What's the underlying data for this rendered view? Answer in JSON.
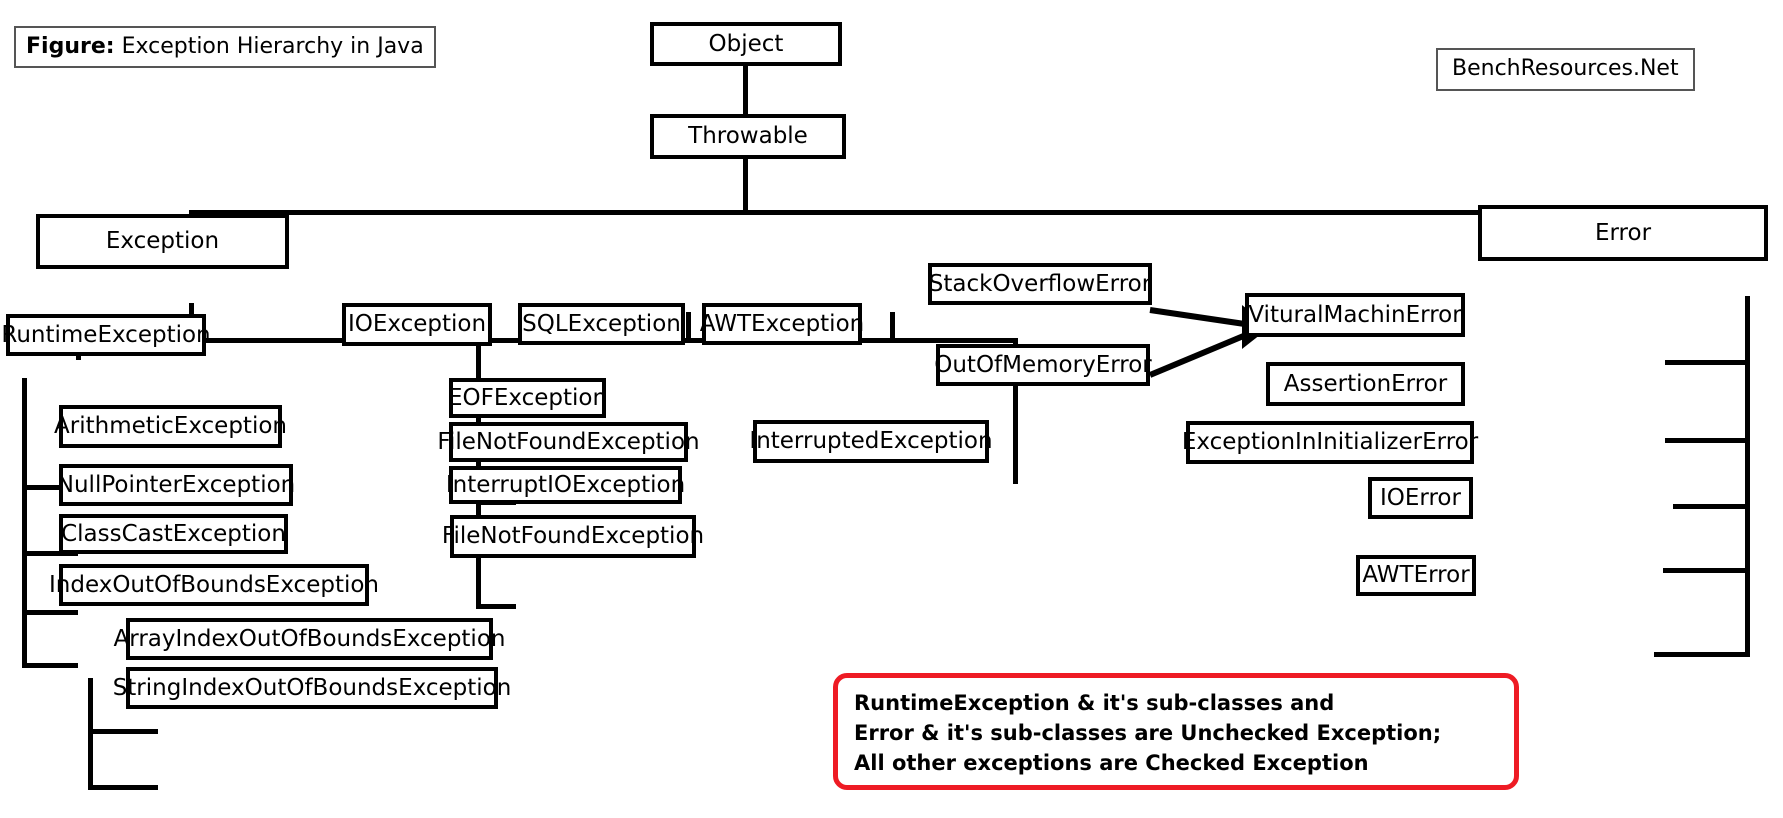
{
  "figure": {
    "lead": "Figure:",
    "caption": "Exception Hierarchy in Java"
  },
  "watermark": {
    "label": "BenchResources.Net"
  },
  "note": {
    "lines": [
      "RuntimeException & it's sub-classes and",
      "Error & it's sub-classes are Unchecked Exception;",
      "All other exceptions are Checked Exception"
    ],
    "border_color": "#ee1b24"
  },
  "colors": {
    "box_border": "#000000",
    "box_fill": "#ffffff",
    "text": "#000000",
    "note_accent": "#ee1b24"
  },
  "chart_data": {
    "type": "diagram",
    "title": "Exception Hierarchy in Java",
    "nodes": [
      {
        "id": "object",
        "label": "Object"
      },
      {
        "id": "throwable",
        "label": "Throwable"
      },
      {
        "id": "exception",
        "label": "Exception"
      },
      {
        "id": "error",
        "label": "Error"
      },
      {
        "id": "runtimeexception",
        "label": "RuntimeException"
      },
      {
        "id": "ioexception",
        "label": "IOException"
      },
      {
        "id": "sqlexception",
        "label": "SQLException"
      },
      {
        "id": "awtexception",
        "label": "AWTException"
      },
      {
        "id": "interruptedexception",
        "label": "InterruptedException"
      },
      {
        "id": "arithmeticexception",
        "label": "ArithmeticException"
      },
      {
        "id": "nullpointerexception",
        "label": "NullPointerException"
      },
      {
        "id": "classcastexception",
        "label": "ClassCastException"
      },
      {
        "id": "indexoutofboundsexception",
        "label": "IndexOutOfBoundsException"
      },
      {
        "id": "arrayindexoutofboundsexception",
        "label": "ArrayIndexOutOfBoundsException"
      },
      {
        "id": "stringindexoutofboundsexception",
        "label": "StringIndexOutOfBoundsException"
      },
      {
        "id": "eofexception",
        "label": "EOFException"
      },
      {
        "id": "filenotfoundexception1",
        "label": "FileNotFoundException"
      },
      {
        "id": "interruptioexception",
        "label": "InterruptIOException"
      },
      {
        "id": "filenotfoundexception2",
        "label": "FileNotFoundException"
      },
      {
        "id": "stackoverflowerror",
        "label": "StackOverflowError"
      },
      {
        "id": "outofmemoryerror",
        "label": "OutOfMemoryError"
      },
      {
        "id": "vituralmachinerror",
        "label": "VituralMachinError"
      },
      {
        "id": "assertionerror",
        "label": "AssertionError"
      },
      {
        "id": "exceptionininitializererror",
        "label": "ExceptionInInitializerError"
      },
      {
        "id": "ioerror",
        "label": "IOError"
      },
      {
        "id": "awterror",
        "label": "AWTError"
      }
    ],
    "edges": [
      {
        "from": "object",
        "to": "throwable"
      },
      {
        "from": "throwable",
        "to": "exception"
      },
      {
        "from": "throwable",
        "to": "error"
      },
      {
        "from": "exception",
        "to": "runtimeexception"
      },
      {
        "from": "exception",
        "to": "ioexception"
      },
      {
        "from": "exception",
        "to": "sqlexception"
      },
      {
        "from": "exception",
        "to": "awtexception"
      },
      {
        "from": "exception",
        "to": "interruptedexception"
      },
      {
        "from": "runtimeexception",
        "to": "arithmeticexception"
      },
      {
        "from": "runtimeexception",
        "to": "nullpointerexception"
      },
      {
        "from": "runtimeexception",
        "to": "classcastexception"
      },
      {
        "from": "runtimeexception",
        "to": "indexoutofboundsexception"
      },
      {
        "from": "indexoutofboundsexception",
        "to": "arrayindexoutofboundsexception"
      },
      {
        "from": "indexoutofboundsexception",
        "to": "stringindexoutofboundsexception"
      },
      {
        "from": "ioexception",
        "to": "eofexception"
      },
      {
        "from": "ioexception",
        "to": "filenotfoundexception1"
      },
      {
        "from": "ioexception",
        "to": "interruptioexception"
      },
      {
        "from": "ioexception",
        "to": "filenotfoundexception2"
      },
      {
        "from": "error",
        "to": "vituralmachinerror"
      },
      {
        "from": "error",
        "to": "assertionerror"
      },
      {
        "from": "error",
        "to": "exceptionininitializererror"
      },
      {
        "from": "error",
        "to": "ioerror"
      },
      {
        "from": "error",
        "to": "awterror"
      },
      {
        "from": "stackoverflowerror",
        "to": "vituralmachinerror"
      },
      {
        "from": "outofmemoryerror",
        "to": "vituralmachinerror"
      }
    ],
    "annotation": "RuntimeException & it's sub-classes and Error & it's sub-classes are Unchecked Exception; All other exceptions are Checked Exception"
  }
}
